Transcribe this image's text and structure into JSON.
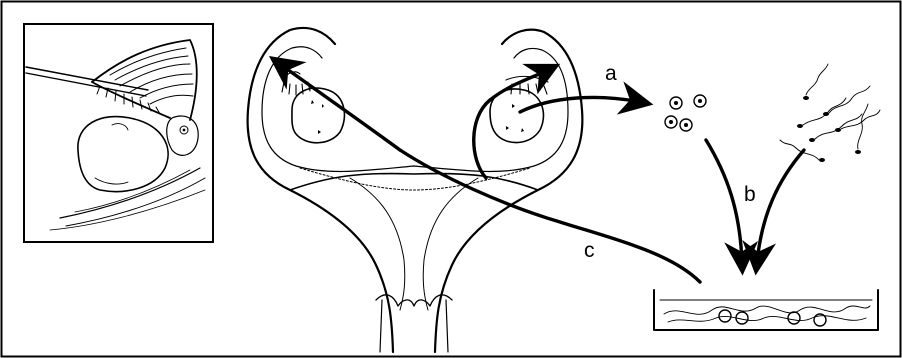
{
  "figure": {
    "labels": {
      "a": "a",
      "b": "b",
      "c": "c"
    },
    "colors": {
      "ink": "#000000",
      "paper": "#ffffff"
    },
    "icons": [
      "arrow-icon",
      "egg-icon",
      "sperm-icon",
      "culture-dish-icon"
    ]
  }
}
